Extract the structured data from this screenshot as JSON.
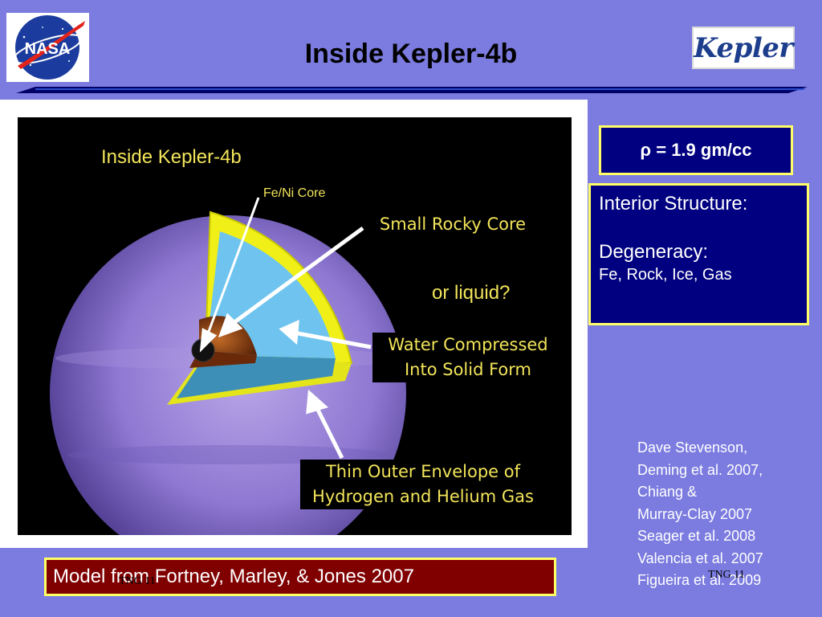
{
  "slide": {
    "title": "Inside Kepler-4b",
    "kepler_logo_text": "Kepler",
    "nasa_logo_text": "NASA"
  },
  "figure": {
    "caption_title": "Inside  Kepler-4b",
    "core_label": "Fe/Ni Core",
    "callout_core": "Small Rocky Core",
    "callout_liquid": "or liquid?",
    "callout_water_line1": "Water Compressed",
    "callout_water_line2": "Into Solid Form",
    "callout_envelope_line1": "Thin Outer Envelope of",
    "callout_envelope_line2": "Hydrogen and Helium Gas"
  },
  "density": {
    "label": "ρ = 1.9 gm/cc"
  },
  "interior": {
    "heading": "Interior Structure:",
    "degeneracy_heading": "Degeneracy:",
    "degeneracy_values": "Fe, Rock, Ice, Gas"
  },
  "references": [
    "Dave Stevenson,",
    "Deming et al. 2007,",
    "Chiang &",
    "Murray-Clay 2007",
    "Seager et al. 2008",
    "Valencia et al. 2007",
    "Figueira et al. 2009"
  ],
  "credit": "Model from Fortney, Marley, & Jones 2007",
  "footer": {
    "left": "TNG 11",
    "right": "TNG 11"
  },
  "colors": {
    "slide_background": "#7b7be0",
    "box_navy": "#000080",
    "box_maroon": "#800000",
    "box_border": "#ffff66",
    "callout_text": "#f2e45a",
    "water_layer": "#6ec4ee",
    "core": "#8a3c10"
  }
}
